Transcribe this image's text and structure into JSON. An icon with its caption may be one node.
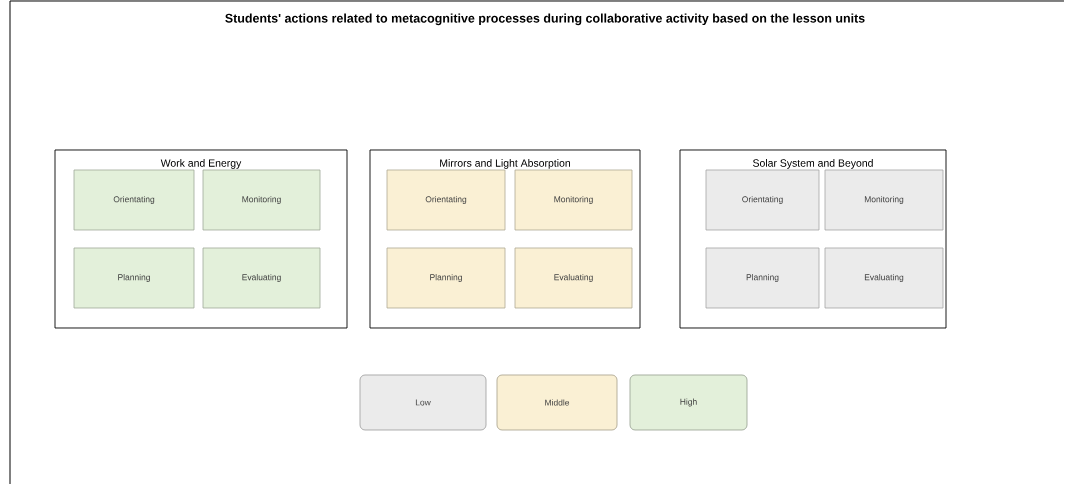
{
  "diagram": {
    "title": "Students' actions related to metacognitive processes during collaborative activity based on the lesson units",
    "nodes": [
      {
        "text": [
          "Work and Energy"
        ]
      },
      {
        "text": [
          "Orientating"
        ],
        "in": 0
      },
      {
        "text": [
          "Monitoring"
        ],
        "in": 0
      },
      {
        "text": [
          "Planning"
        ],
        "in": 0
      },
      {
        "text": [
          "Evaluating"
        ],
        "in": 0
      },
      {
        "text": [
          "Mirrors and Light Absorption"
        ]
      },
      {
        "text": [
          "Orientating"
        ],
        "in": 5
      },
      {
        "text": [
          "Monitoring"
        ],
        "in": 5
      },
      {
        "text": [
          "Planning"
        ],
        "in": 5
      },
      {
        "text": [
          "Evaluating"
        ],
        "in": 5
      },
      {
        "text": [
          "Solar System and Beyond"
        ]
      },
      {
        "text": [
          "Orientating"
        ],
        "in": 10
      },
      {
        "text": [
          "Monitoring"
        ],
        "in": 10
      },
      {
        "text": [
          "Planning"
        ],
        "in": 10
      },
      {
        "text": [
          "Evaluating"
        ],
        "in": 10
      }
    ],
    "edges": [],
    "legend": [
      {
        "text": "Low",
        "color": "#ebebeb"
      },
      {
        "text": "Middle",
        "color": "#faf0d4"
      },
      {
        "text": "High",
        "color": "#e3f0da"
      }
    ]
  }
}
